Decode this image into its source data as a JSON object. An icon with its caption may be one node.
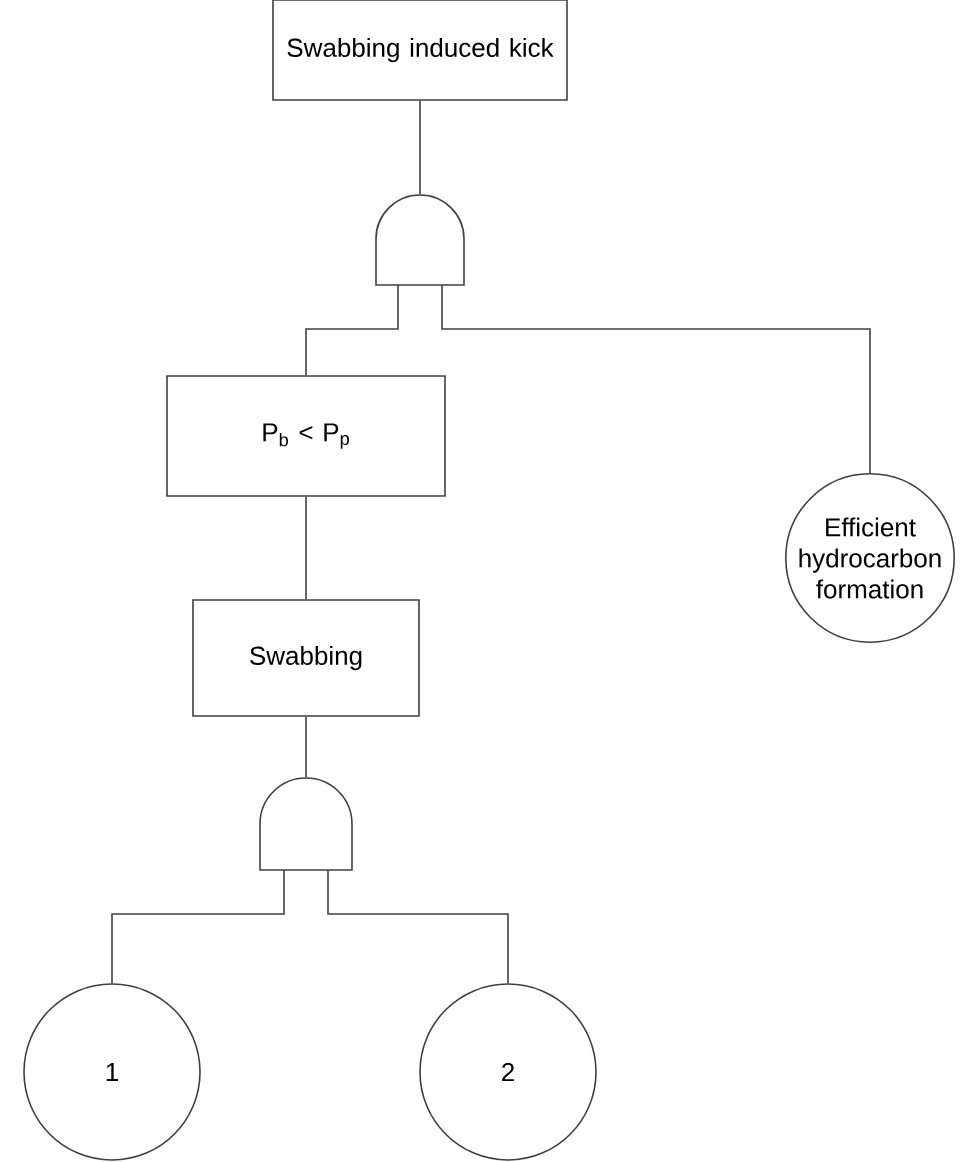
{
  "diagram": {
    "nodes": [
      {
        "text": [
          "Swabbing induced kick"
        ]
      },
      {
        "text": [],
        "shape": "gate"
      },
      {
        "text": [
          "P$_{b}$ < P$_{p}$"
        ]
      },
      {
        "text": [
          "Efficient hydrocarbon formation"
        ]
      },
      {
        "text": [
          "Swabbing"
        ]
      },
      {
        "text": [],
        "shape": "gate"
      },
      {
        "text": [
          "1"
        ]
      },
      {
        "text": [
          "2"
        ]
      }
    ],
    "edges": [
      {
        "from": 0,
        "to": 1,
        "arrow": "none"
      },
      {
        "from": 1,
        "to": 2,
        "arrow": "none"
      },
      {
        "from": 1,
        "to": 3,
        "arrow": "none"
      },
      {
        "from": 2,
        "to": 4,
        "arrow": "none"
      },
      {
        "from": 4,
        "to": 5,
        "arrow": "none"
      },
      {
        "from": 5,
        "to": 6,
        "arrow": "none"
      },
      {
        "from": 5,
        "to": 7,
        "arrow": "none"
      }
    ]
  }
}
